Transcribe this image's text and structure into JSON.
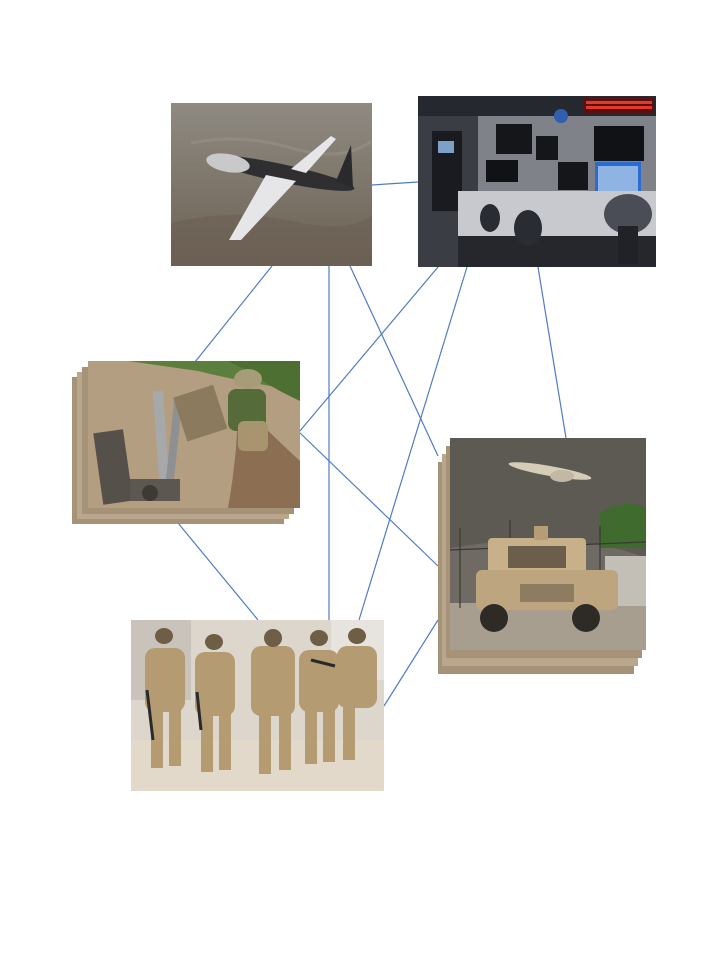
{
  "diagram": {
    "nodes": [
      {
        "id": "uav-aircraft",
        "image": "unmanned-aerial-vehicle-photo"
      },
      {
        "id": "control-room",
        "image": "ground-control-station-photo"
      },
      {
        "id": "bomb-robot",
        "image": "ground-robot-with-soldier-photo"
      },
      {
        "id": "humvee-drone",
        "image": "humvee-with-hand-launched-drone-photo"
      },
      {
        "id": "soldiers",
        "image": "patrolling-soldiers-photo"
      }
    ],
    "edges": [
      {
        "from": "uav-aircraft",
        "to": "control-room"
      },
      {
        "from": "uav-aircraft",
        "to": "bomb-robot"
      },
      {
        "from": "uav-aircraft",
        "to": "soldiers"
      },
      {
        "from": "uav-aircraft",
        "to": "humvee-drone"
      },
      {
        "from": "control-room",
        "to": "bomb-robot"
      },
      {
        "from": "control-room",
        "to": "soldiers"
      },
      {
        "from": "control-room",
        "to": "humvee-drone"
      },
      {
        "from": "bomb-robot",
        "to": "humvee-drone"
      },
      {
        "from": "bomb-robot",
        "to": "soldiers"
      },
      {
        "from": "soldiers",
        "to": "humvee-drone"
      }
    ],
    "colors": {
      "connector": "#4f7cc0",
      "background": "#ffffff"
    }
  }
}
